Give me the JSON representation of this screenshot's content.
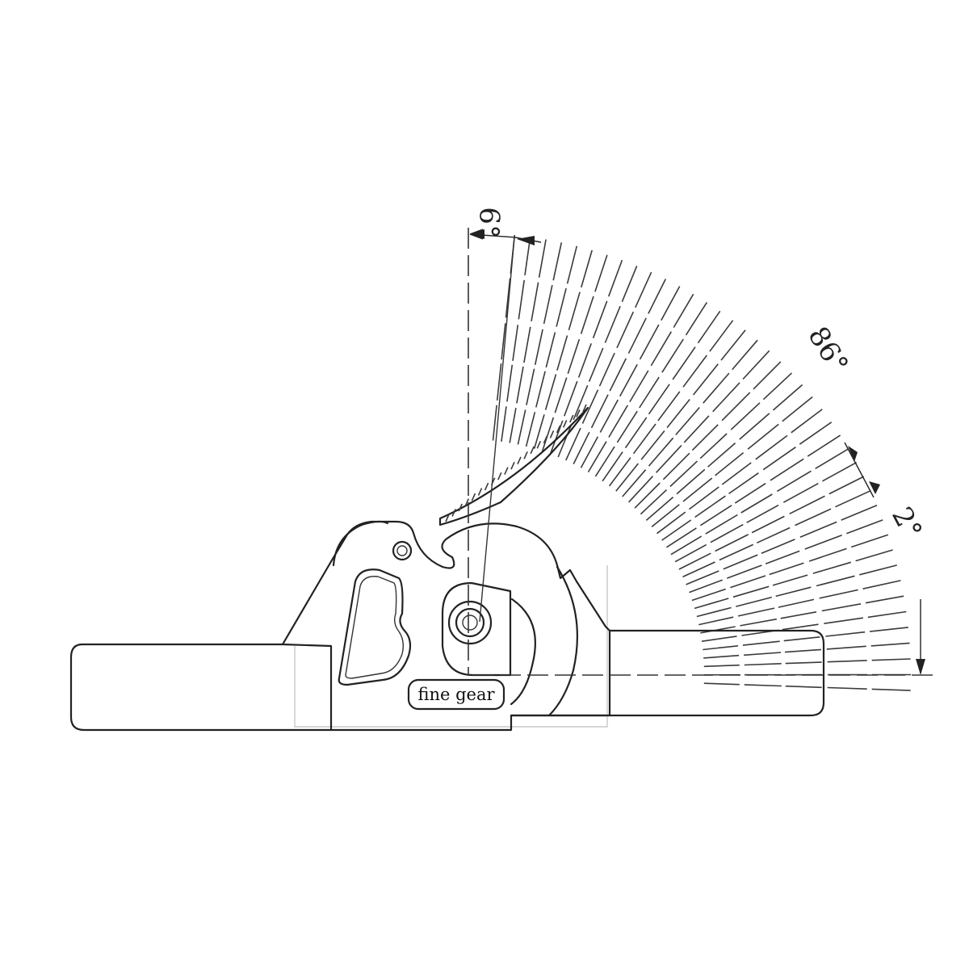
{
  "labels": {
    "angle_top": "6°",
    "angle_arc": "86°",
    "angle_small": "2°",
    "gear": "fine gear"
  },
  "scale": {
    "ticks_per_row": 43,
    "row_count": 5
  }
}
